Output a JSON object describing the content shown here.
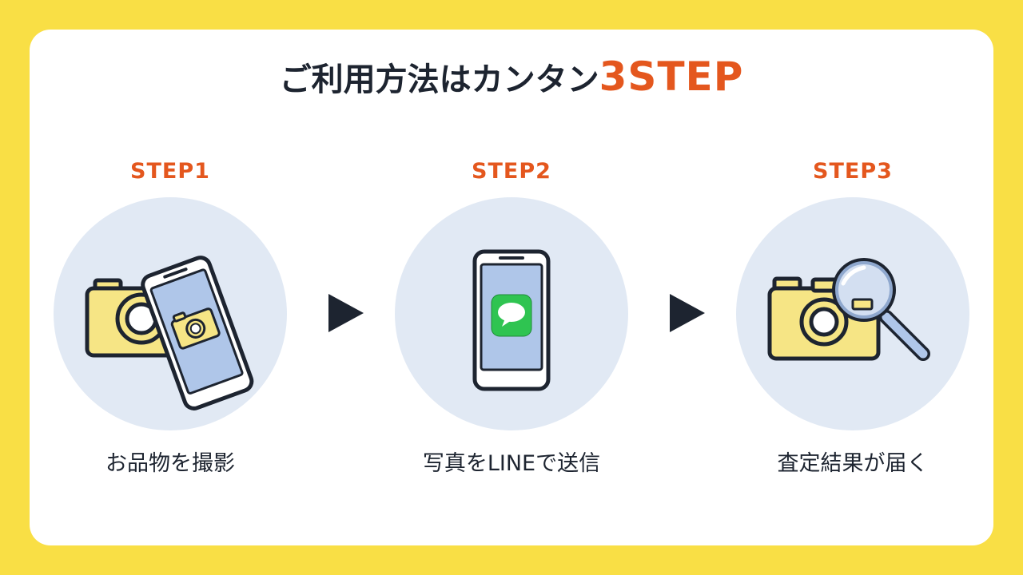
{
  "title": {
    "main": "ご利用方法はカンタン",
    "accent": "3STEP"
  },
  "steps": [
    {
      "label": "STEP1",
      "caption": "お品物を撮影",
      "icon": "phone-photographing-camera-icon"
    },
    {
      "label": "STEP2",
      "caption": "写真をLINEで送信",
      "icon": "phone-line-message-icon"
    },
    {
      "label": "STEP3",
      "caption": "査定結果が届く",
      "icon": "camera-magnifier-icon"
    }
  ],
  "colors": {
    "background": "#F9DF45",
    "accent": "#E4571E",
    "text": "#1D2430",
    "circle": "#E1E9F4",
    "camera": "#F6E585",
    "screen": "#AFC6E9",
    "line_green": "#2FC451"
  }
}
